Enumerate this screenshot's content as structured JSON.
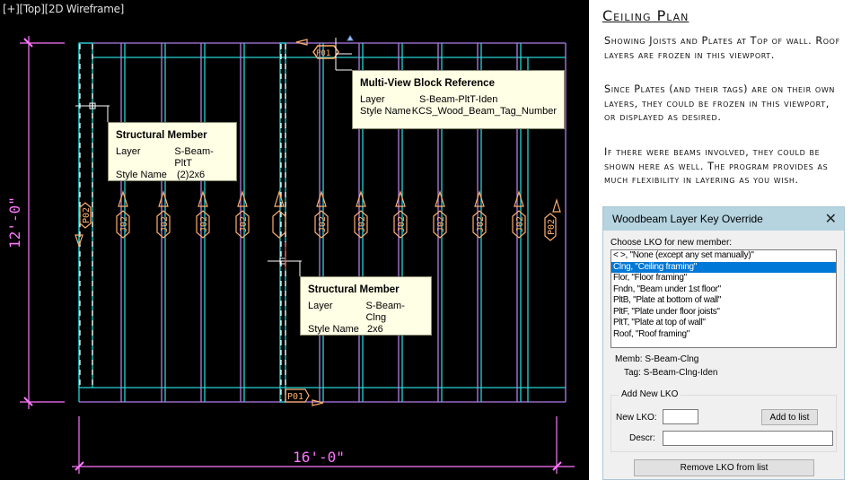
{
  "viewport": {
    "label": "[+][Top][2D Wireframe]",
    "dimensions": {
      "vertical": "12'-0\"",
      "horizontal": "16'-0\""
    },
    "tags": {
      "joist": "J02",
      "plate_left": "P02",
      "plate_right": "P02",
      "plate_bottom": "P01",
      "plate_top": "P01"
    },
    "joist_count": 11,
    "colors": {
      "background": "#000000",
      "joist": "#b07ee8",
      "plate": "#25d4d4",
      "tag": "#ffb070",
      "dimension": "#ff77ff",
      "tooltip_bg": "#ffffe6"
    },
    "tooltips": [
      {
        "title": "Multi-View Block Reference",
        "rows": [
          {
            "key": "Layer",
            "value": "S-Beam-PltT-Iden"
          },
          {
            "key": "Style Name",
            "value": "KCS_Wood_Beam_Tag_Number"
          }
        ]
      },
      {
        "title": "Structural Member",
        "rows": [
          {
            "key": "Layer",
            "value": "S-Beam-PltT"
          },
          {
            "key": "Style Name",
            "value": "(2)2x6"
          }
        ]
      },
      {
        "title": "Structural Member",
        "rows": [
          {
            "key": "Layer",
            "value": "S-Beam-Clng"
          },
          {
            "key": "Style Name",
            "value": "2x6"
          }
        ]
      }
    ]
  },
  "notes": {
    "title": "Ceiling Plan",
    "paragraphs": [
      "Showing Joists and Plates at Top of wall. Roof layers are frozen in this viewport.",
      "Since Plates (and their tags) are on their own layers, they could be frozen in this viewport, or displayed as desired.",
      "If there were beams involved, they could be shown here as well.  The program provides as much flexibility in layering as you wish."
    ]
  },
  "dialog": {
    "title": "Woodbeam Layer Key Override",
    "close_icon": "close-icon",
    "list_label": "Choose LKO for new member:",
    "items": [
      "< >, \"None (except any set manually)\"",
      "Clng, \"Ceiling framing\"",
      "Flor, \"Floor framing\"",
      "Fndn, \"Beam under 1st floor\"",
      "PltB, \"Plate at bottom of wall\"",
      "PltF, \"Plate under floor joists\"",
      "PltT, \"Plate at top of wall\"",
      "Roof, \"Roof framing\""
    ],
    "selected_index": 1,
    "memb": "Memb: S-Beam-Clng",
    "tag": "Tag: S-Beam-Clng-Iden",
    "group_label": "Add New LKO",
    "new_lko_label": "New LKO:",
    "new_lko_value": "",
    "add_button": "Add to list",
    "descr_label": "Descr:",
    "descr_value": "",
    "remove_button": "Remove LKO from list",
    "accent": "#0078d7",
    "titlebar_color": "#b5d4e0"
  }
}
